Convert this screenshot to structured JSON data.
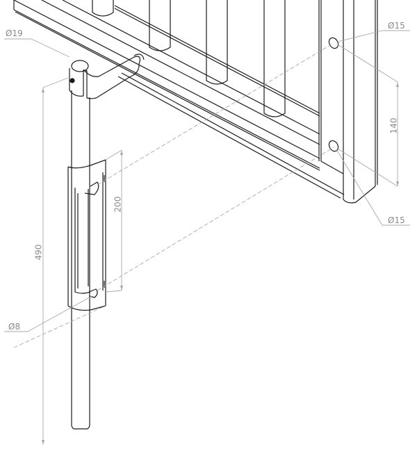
{
  "drawing": {
    "type": "isometric technical drawing",
    "subject": "gate latch drop bolt with handle mounted on gate frame",
    "colors": {
      "line": "#1a1a1a",
      "dimension": "#9a9a9a",
      "background": "#ffffff"
    }
  },
  "dimensions": {
    "handle_diameter": {
      "symbol": "Ø",
      "value": "19",
      "label": "Ø19"
    },
    "hole_top_diameter": {
      "symbol": "Ø",
      "value": "15",
      "label": "Ø15"
    },
    "hole_bottom_diameter": {
      "symbol": "Ø",
      "value": "15",
      "label": "Ø15"
    },
    "hole_spacing": {
      "value": "140",
      "label": "140"
    },
    "bracket_length": {
      "value": "200",
      "label": "200"
    },
    "bolt_length": {
      "value": "490",
      "label": "490"
    },
    "pin_diameter": {
      "symbol": "Ø",
      "value": "8",
      "label": "Ø8"
    }
  }
}
